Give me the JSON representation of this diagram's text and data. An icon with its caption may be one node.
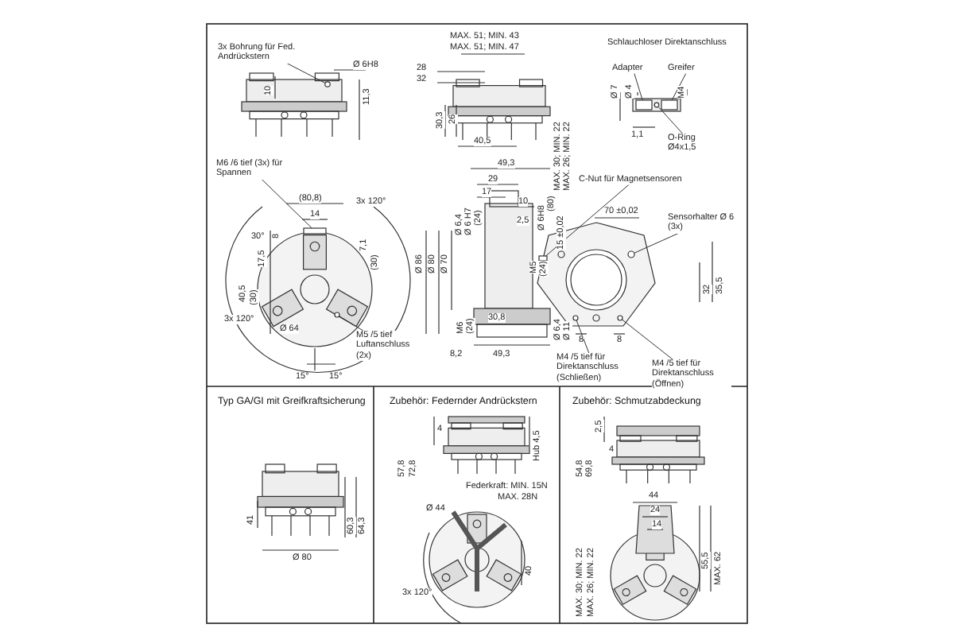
{
  "diagram": {
    "nodes": [
      {
        "text": [
          "3x Bohrung für Fed. Andrückstern"
        ]
      },
      {
        "text": [
          "Adapter"
        ]
      },
      {
        "text": [
          "Greifer"
        ]
      },
      {
        "text": [
          "O-Ring Ø4x1,5"
        ]
      },
      {
        "text": [
          "M6 /6 tief (3x) für Spannen"
        ]
      },
      {
        "text": [
          "M5 /5 tief Luftanschluss (2x)"
        ]
      },
      {
        "text": [
          "C-Nut für Magnetsensoren"
        ]
      },
      {
        "text": [
          "Sensorhalter Ø 6 (3x)"
        ]
      },
      {
        "text": [
          "M4 /5 tief für Direktanschluss (Schließen)"
        ]
      },
      {
        "text": [
          "M4 /5 tief für Direktanschluss (Öffnen)"
        ]
      },
      {
        "text": [],
        "shape": "circle"
      },
      {
        "text": [],
        "shape": "box"
      },
      {
        "text": [],
        "shape": "box"
      },
      {
        "text": [],
        "shape": "circle"
      },
      {
        "text": [],
        "shape": "box"
      },
      {
        "text": [],
        "shape": "circle"
      },
      {
        "text": [],
        "shape": "box"
      },
      {
        "text": [],
        "shape": "circle"
      },
      {
        "text": [],
        "shape": "circle"
      },
      {
        "text": [],
        "shape": "circle"
      }
    ],
    "edges": [
      {
        "from": 0,
        "to": 10,
        "arrow": "none"
      },
      {
        "from": 1,
        "to": 11,
        "arrow": "none"
      },
      {
        "from": 2,
        "to": 12,
        "arrow": "none"
      },
      {
        "from": 3,
        "to": 13,
        "arrow": "none"
      },
      {
        "from": 4,
        "to": 14,
        "arrow": "none"
      },
      {
        "from": 5,
        "to": 15,
        "arrow": "none"
      },
      {
        "from": 6,
        "to": 16,
        "arrow": "none"
      },
      {
        "from": 7,
        "to": 17,
        "arrow": "none"
      },
      {
        "from": 8,
        "to": 18,
        "arrow": "none"
      },
      {
        "from": 9,
        "to": 19,
        "arrow": "none"
      }
    ],
    "labels": [
      "Ø 6H8",
      "10",
      "11,3",
      "MAX. 51; MIN. 43",
      "MAX. 51; MIN. 47",
      "28",
      "32",
      "30,3",
      "26",
      "40,5",
      "Schlauchloser Direktanschluss",
      "Ø 7",
      "Ø 4",
      "M4",
      "1,1",
      "(80,8)",
      "14",
      "8",
      "30°",
      "17,5",
      "40,5",
      "(30)",
      "Ø 64",
      "3x 120°",
      "3x 120°",
      "7,1",
      "(30)",
      "15°",
      "15°",
      "Ø 86",
      "Ø 80",
      "Ø 70",
      "Ø 6,4",
      "Ø 6 H7",
      "(24)",
      "M6",
      "(24)",
      "8,2",
      "49,3",
      "29",
      "17",
      "10",
      "2,5",
      "Ø 6H8",
      "(80)",
      "15 ±0,02",
      "M5",
      "(24)",
      "30,8",
      "Ø 6,4",
      "Ø 11",
      "49,3",
      "MAX. 30; MIN. 22",
      "MAX. 26; MIN. 22",
      "70 ±0,02",
      "35,5",
      "32",
      "8",
      "8",
      "Typ GA/GI mit Greifkraftsicherung",
      "41",
      "60,3",
      "64,3",
      "Ø 80",
      "Zubehör: Federnder Andrückstern",
      "57,8",
      "72,8",
      "4",
      "Hub 4,5",
      "Federkraft: MIN. 15N",
      "MAX. 28N",
      "Ø 44",
      "3x 120°",
      "40",
      "Zubehör: Schmutzabdeckung",
      "2,5",
      "4",
      "54,8",
      "69,8",
      "44",
      "24",
      "14",
      "55,5",
      "MAX. 62",
      "MAX. 30; MIN. 22",
      "MAX. 26; MIN. 22"
    ]
  }
}
